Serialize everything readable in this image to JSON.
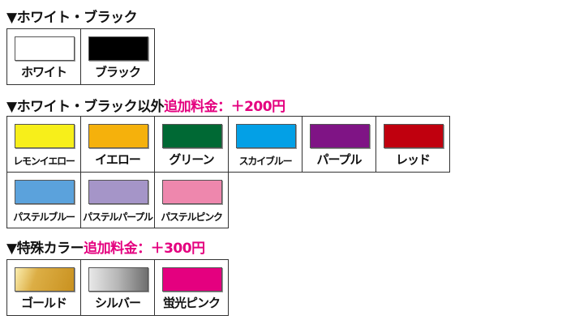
{
  "sections": [
    {
      "title": "▼ホワイト・ブラック",
      "fee": "",
      "items": [
        {
          "label": "ホワイト",
          "color": "#ffffff"
        },
        {
          "label": "ブラック",
          "color": "#000000"
        }
      ]
    },
    {
      "title": "▼ホワイト・ブラック以外",
      "fee": "追加料金：＋200円",
      "items": [
        {
          "label": "レモンイエロー",
          "color": "#f7ef1a"
        },
        {
          "label": "イエロー",
          "color": "#f5b10c"
        },
        {
          "label": "グリーン",
          "color": "#006934"
        },
        {
          "label": "スカイブルー",
          "color": "#03a0e6"
        },
        {
          "label": "パープル",
          "color": "#7f1485"
        },
        {
          "label": "レッド",
          "color": "#c0000e"
        },
        {
          "label": "パステルブルー",
          "color": "#5ba2dc"
        },
        {
          "label": "パステルパープル",
          "color": "#a595c8"
        },
        {
          "label": "パステルピンク",
          "color": "#ee87ad"
        }
      ]
    },
    {
      "title": "▼特殊カラー",
      "fee": "追加料金：＋300円",
      "items": [
        {
          "label": "ゴールド",
          "color": "linear-gradient(110deg,#fbeeb0 0%,#dcae45 35%,#c9911f 100%)"
        },
        {
          "label": "シルバー",
          "color": "linear-gradient(90deg,#e8e8e8 0%,#b5b5b5 50%,#6f6f6f 100%)"
        },
        {
          "label": "蛍光ピンク",
          "color": "#e4007f"
        }
      ]
    }
  ]
}
